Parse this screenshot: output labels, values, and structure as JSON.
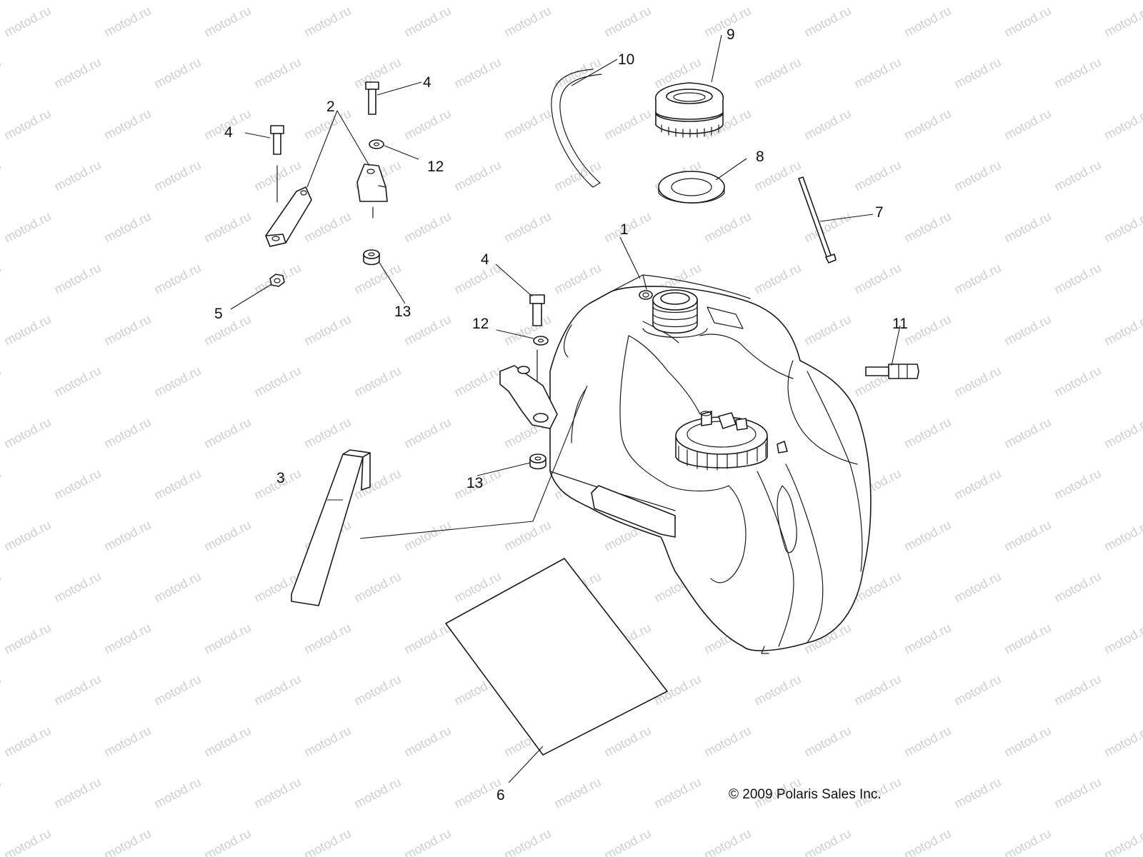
{
  "watermark": "motod.ru",
  "callouts": {
    "c1": "1",
    "c2": "2",
    "c3": "3",
    "c4a": "4",
    "c4b": "4",
    "c4c": "4",
    "c5": "5",
    "c6": "6",
    "c7": "7",
    "c8": "8",
    "c9": "9",
    "c10": "10",
    "c11": "11",
    "c12a": "12",
    "c12b": "12",
    "c13a": "13",
    "c13b": "13"
  },
  "copyright": "© 2009 Polaris Sales Inc.",
  "colors": {
    "line": "#1a1a1a",
    "watermark": "#cfcfcf",
    "background": "#ffffff"
  }
}
